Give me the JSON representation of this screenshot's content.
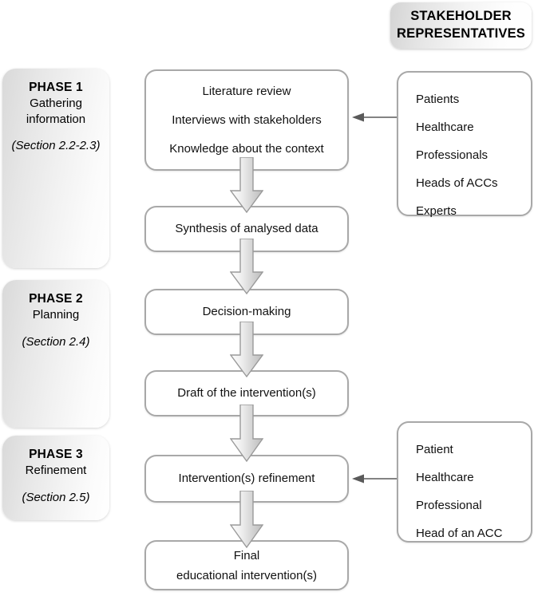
{
  "header": {
    "line1": "STAKEHOLDER",
    "line2": "REPRESENTATIVES"
  },
  "phases": [
    {
      "title": "PHASE 1",
      "subtitle_line1": "Gathering",
      "subtitle_line2": "information",
      "section": "(Section 2.2-2.3)"
    },
    {
      "title": "PHASE 2",
      "subtitle_line1": "Planning",
      "subtitle_line2": "",
      "section": "(Section 2.4)"
    },
    {
      "title": "PHASE 3",
      "subtitle_line1": "Refinement",
      "subtitle_line2": "",
      "section": "(Section 2.5)"
    }
  ],
  "flow": {
    "step1_line1": "Literature review",
    "step1_line2": "Interviews with stakeholders",
    "step1_line3": "Knowledge about the context",
    "step2": "Synthesis of analysed data",
    "step3": "Decision-making",
    "step4": "Draft of the intervention(s)",
    "step5": "Intervention(s) refinement",
    "step6_line1": "Final",
    "step6_line2": "educational intervention(s)"
  },
  "stakeholders_top": [
    "Patients",
    "Healthcare",
    "Professionals",
    "Heads of ACCs",
    "Experts"
  ],
  "stakeholders_bottom": [
    "Patient",
    "Healthcare",
    "Professional",
    "Head of an ACC"
  ],
  "colors": {
    "box_border": "#a8a8a8",
    "box_fill": "#ffffff",
    "phase_fill_dark": "#d9d9d9",
    "phase_fill_light": "#ffffff",
    "arrow_outline": "#9a9a9a",
    "text": "#111111"
  }
}
